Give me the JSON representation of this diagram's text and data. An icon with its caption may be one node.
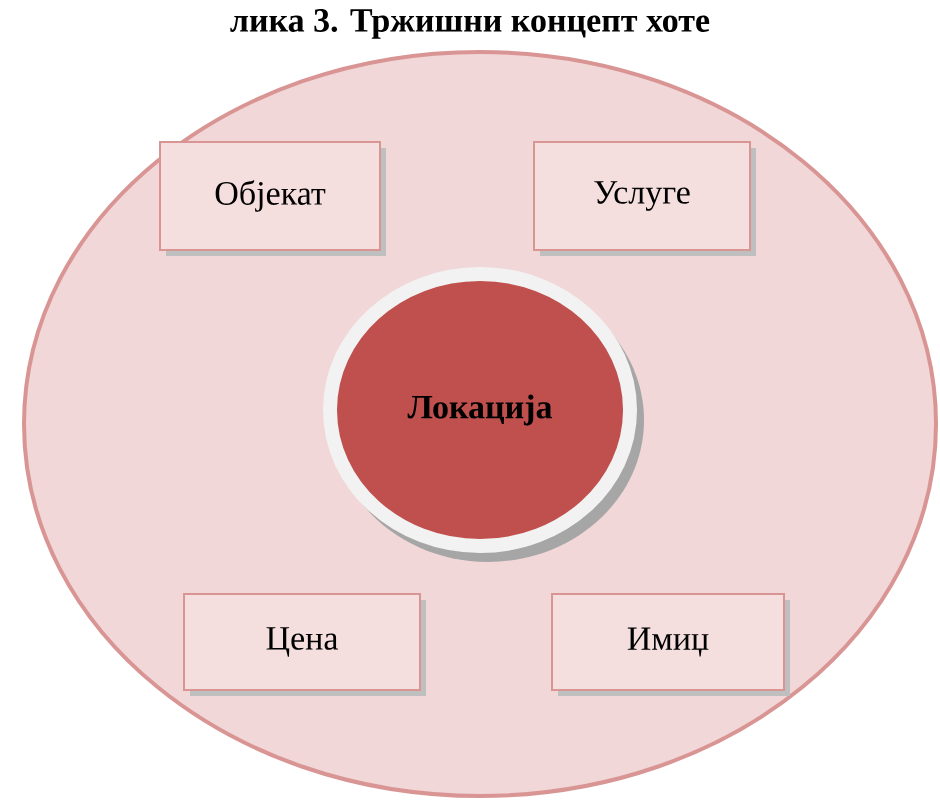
{
  "diagram": {
    "title": "лика 3. Тржишни концепт хоте",
    "nodes": [
      {
        "text": [],
        "shape": "circle"
      },
      {
        "text": [
          "Објекат"
        ],
        "in": 0
      },
      {
        "text": [
          "Услуге"
        ],
        "in": 0
      },
      {
        "text": [
          "Локација"
        ],
        "in": 0
      },
      {
        "text": [
          "Цена"
        ],
        "in": 0
      },
      {
        "text": [
          "Имиџ"
        ],
        "in": 0
      }
    ],
    "edges": []
  }
}
